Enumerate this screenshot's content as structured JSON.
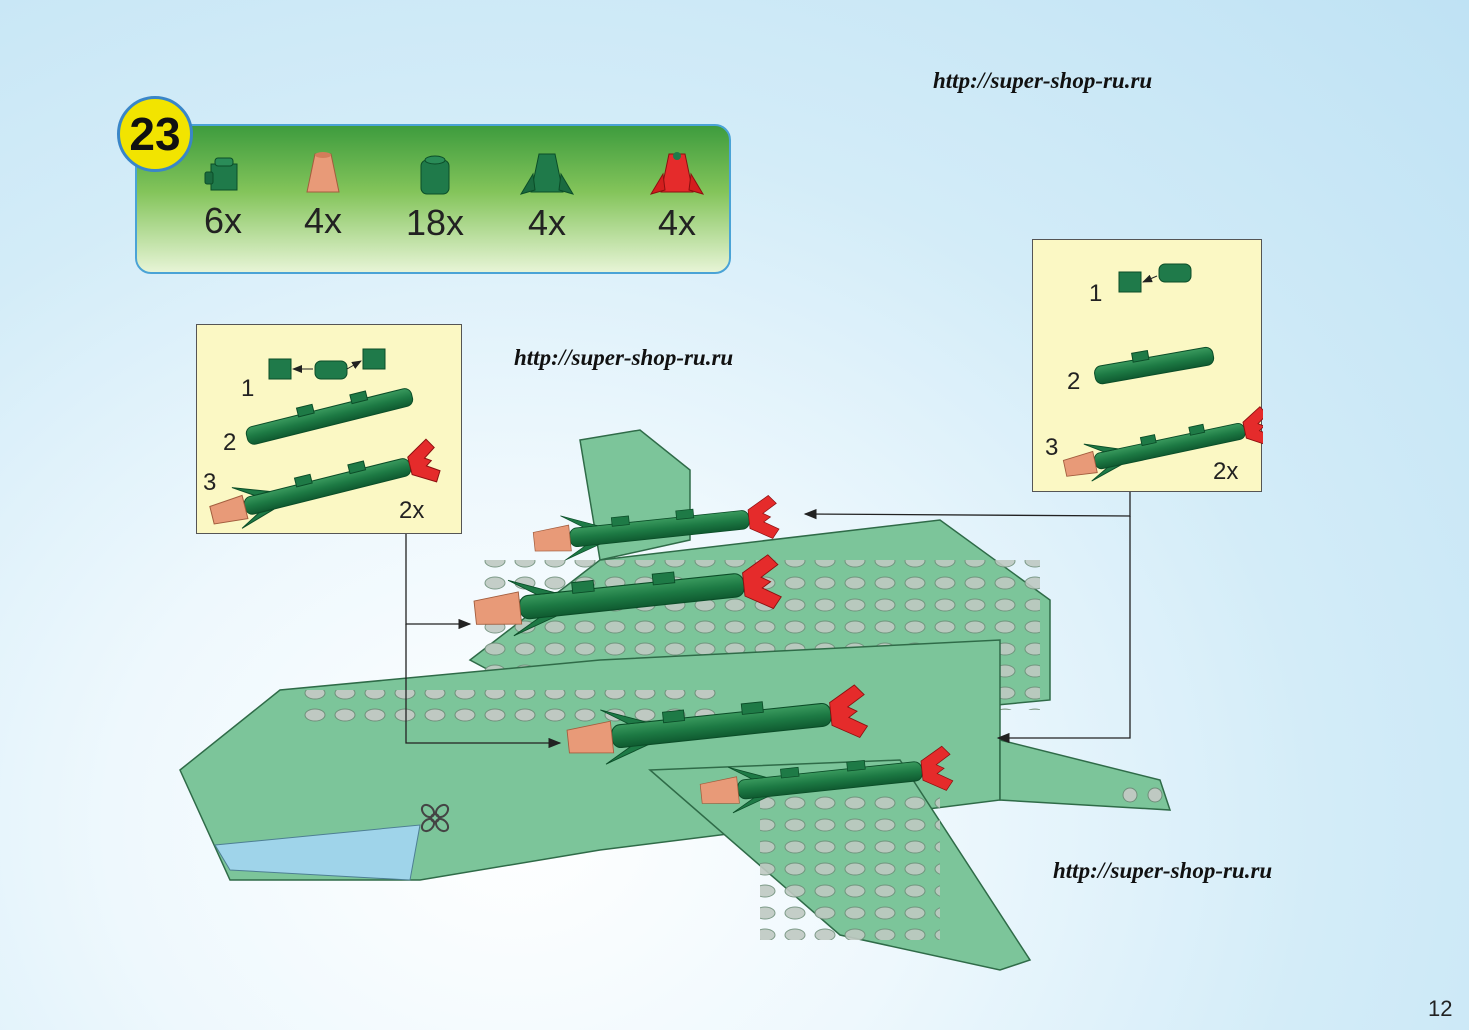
{
  "watermarks": [
    "http://super-shop-ru.ru",
    "http://super-shop-ru.ru",
    "http://super-shop-ru.ru"
  ],
  "step": {
    "number": "23",
    "parts": [
      {
        "icon": "green-1x1-brick-with-side-stud-icon",
        "qty": "6x"
      },
      {
        "icon": "trans-orange-cone-icon",
        "qty": "4x"
      },
      {
        "icon": "green-round-brick-icon",
        "qty": "18x"
      },
      {
        "icon": "green-fin-cone-icon",
        "qty": "4x"
      },
      {
        "icon": "red-fin-cone-icon",
        "qty": "4x"
      }
    ]
  },
  "subassembly_left": {
    "steps": [
      "1",
      "2",
      "3"
    ],
    "multiplier": "2x"
  },
  "subassembly_right": {
    "steps": [
      "1",
      "2",
      "3"
    ],
    "multiplier": "2x"
  },
  "page_number": "12",
  "colors": {
    "part_green": "#1f7a4a",
    "plane_green": "#7cc59a",
    "missile_red": "#e52b2b",
    "cone_orange": "#e89a78",
    "badge_yellow": "#f2e400"
  }
}
